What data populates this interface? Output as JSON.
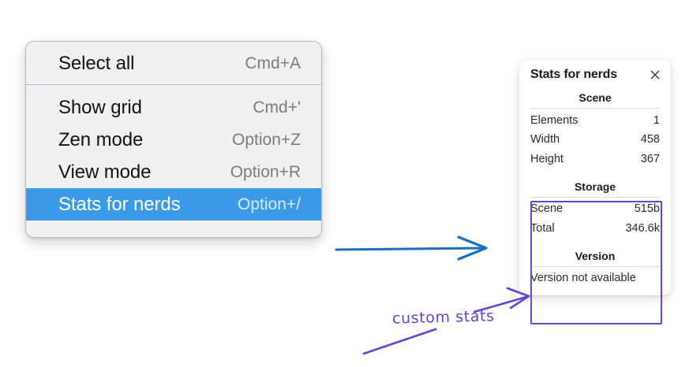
{
  "canvas": {
    "background": "#ffffff",
    "accent_blue": "#3b9ae8",
    "arrow_blue": "#1b6ec2",
    "annotation_purple": "#6741d9",
    "highlight_purple": "#6b46d6"
  },
  "context_menu": {
    "groups": [
      {
        "items": [
          {
            "label": "Select all",
            "shortcut": "Cmd+A",
            "selected": false
          }
        ]
      },
      {
        "items": [
          {
            "label": "Show grid",
            "shortcut": "Cmd+'",
            "selected": false
          },
          {
            "label": "Zen mode",
            "shortcut": "Option+Z",
            "selected": false
          },
          {
            "label": "View mode",
            "shortcut": "Option+R",
            "selected": false
          },
          {
            "label": "Stats for nerds",
            "shortcut": "Option+/",
            "selected": true
          }
        ]
      }
    ]
  },
  "stats_panel": {
    "title": "Stats for nerds",
    "close_icon": "close-icon",
    "sections": [
      {
        "name": "scene",
        "heading": "Scene",
        "rows": [
          {
            "key": "Elements",
            "value": "1"
          },
          {
            "key": "Width",
            "value": "458"
          },
          {
            "key": "Height",
            "value": "367"
          }
        ]
      },
      {
        "name": "storage",
        "heading": "Storage",
        "rows": [
          {
            "key": "Scene",
            "value": "515b"
          },
          {
            "key": "Total",
            "value": "346.6k"
          }
        ]
      },
      {
        "name": "version",
        "heading": "Version",
        "note": "Version not available"
      }
    ]
  },
  "annotations": {
    "custom_stats_label": "custom stats"
  }
}
